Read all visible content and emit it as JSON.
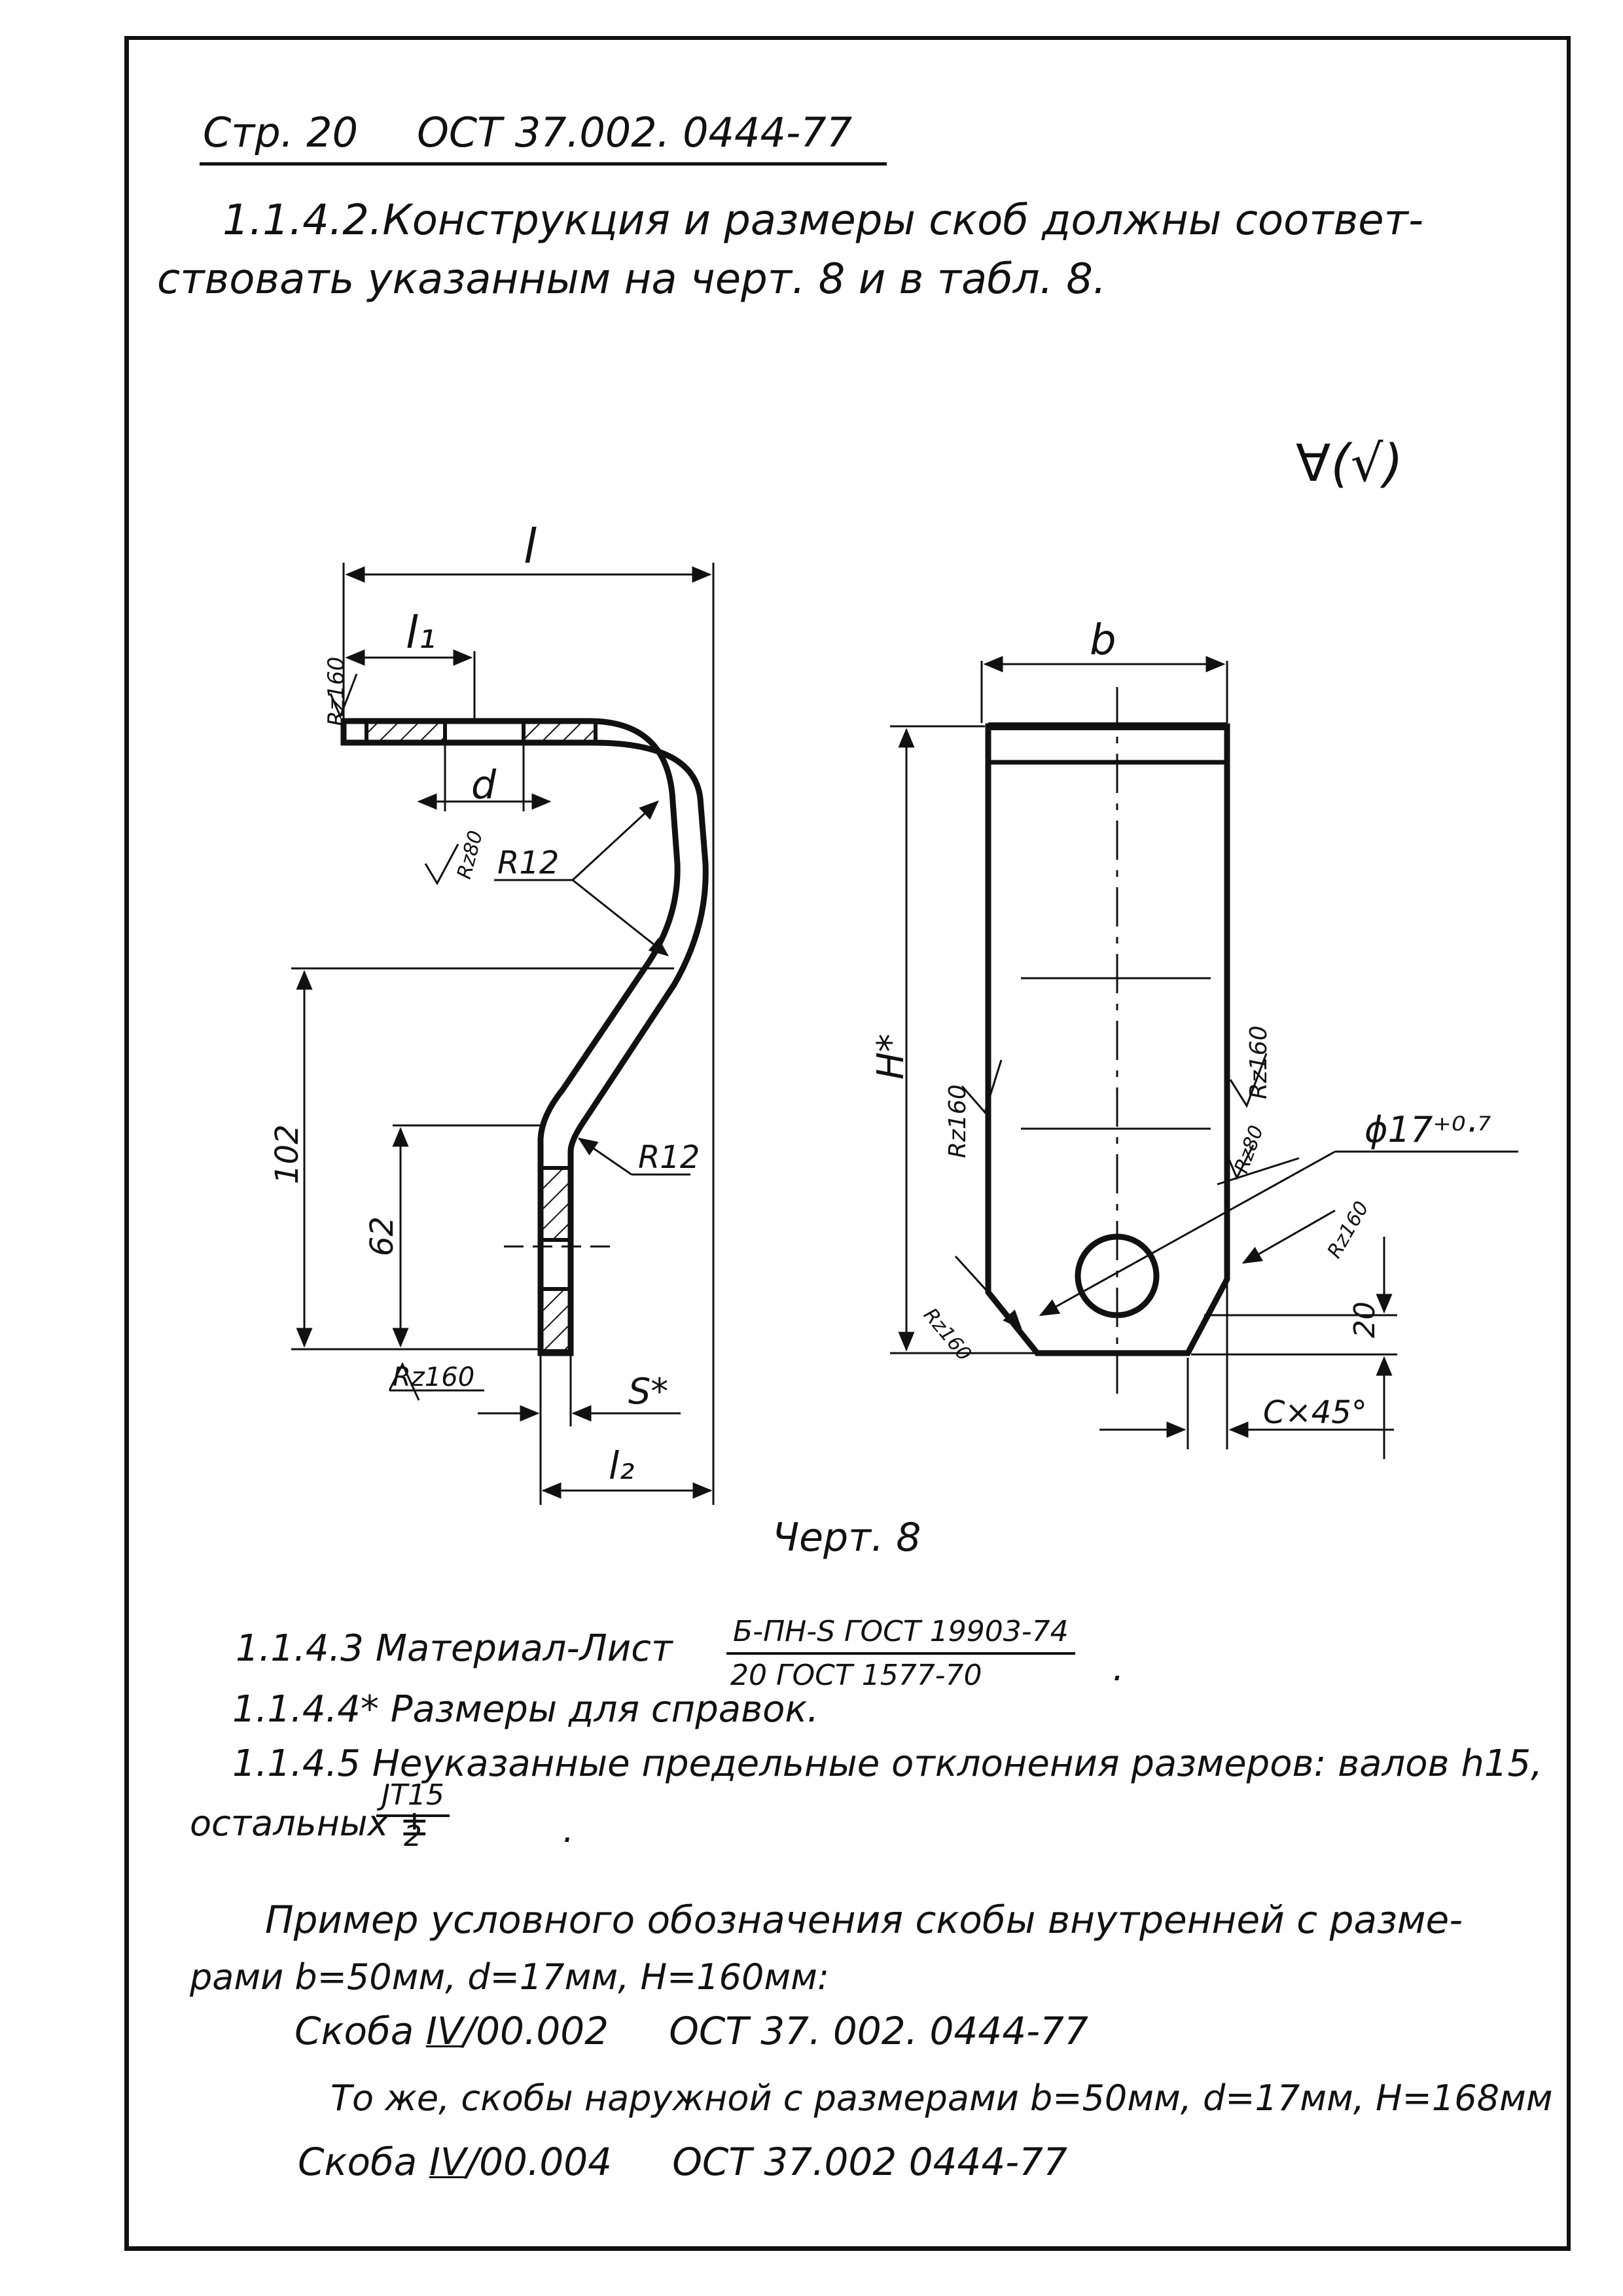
{
  "header": {
    "page": "Стр. 20",
    "standard": "ОСТ 37.002. 0444-77"
  },
  "clause_1142": {
    "line1": "1.1.4.2.Конструкция и размеры скоб должны соответ-",
    "line2": "ствовать указанным на черт. 8 и в табл. 8."
  },
  "drawing": {
    "roughness_mark": "∀(√)",
    "side_view": {
      "dim_l": "l",
      "dim_l1": "l₁",
      "dim_l2": "l₂",
      "dim_d": "d",
      "dim_s": "S*",
      "dim_102": "102",
      "dim_62": "62",
      "radius_top": "R12",
      "radius_bottom": "R12",
      "rough_top": "Rz160",
      "rough_hole": "Rz80",
      "rough_bottom": "Rz160"
    },
    "front_view": {
      "dim_b": "b",
      "dim_h": "H*",
      "dim_hole": "ϕ17⁺⁰·⁷",
      "dim_20": "20",
      "dim_chamfer": "C×45°",
      "rough_left": "Rz160",
      "rough_right": "Rz160",
      "rough_hole": "Rz80",
      "rough_chamfer_right": "Rz160",
      "rough_chamfer_left": "Rz160"
    }
  },
  "caption": "Черт. 8",
  "notes": {
    "material_label": "1.1.4.3 Материал-Лист",
    "material_numerator": "Б-ПН-S ГОСТ 19903-74",
    "material_denominator": "20 ГОСТ 1577-70",
    "material_end": ".",
    "reference": "1.1.4.4* Размеры для справок.",
    "tolerances": "1.1.4.5 Неуказанные предельные отклонения размеров: валов h15,",
    "tolerances_rest": "остальных ±",
    "tol_numerator": "JT15",
    "tol_denominator": "2",
    "tol_end": "."
  },
  "example": {
    "line1": "Пример условного обозначения скобы внутренней с разме-",
    "line2": "рами b=50мм, d=17мм, H=160мм:",
    "designation1_word": "Скоба",
    "designation1_roman": "IV",
    "designation1_code": "/00.002",
    "designation1_std": "ОСТ 37. 002. 0444-77",
    "line3": "То же, скобы наружной с размерами b=50мм, d=17мм, H=168мм",
    "designation2_word": "Скоба",
    "designation2_roman": "IV",
    "designation2_code": "/00.004",
    "designation2_std": "ОСТ 37.002 0444-77"
  }
}
